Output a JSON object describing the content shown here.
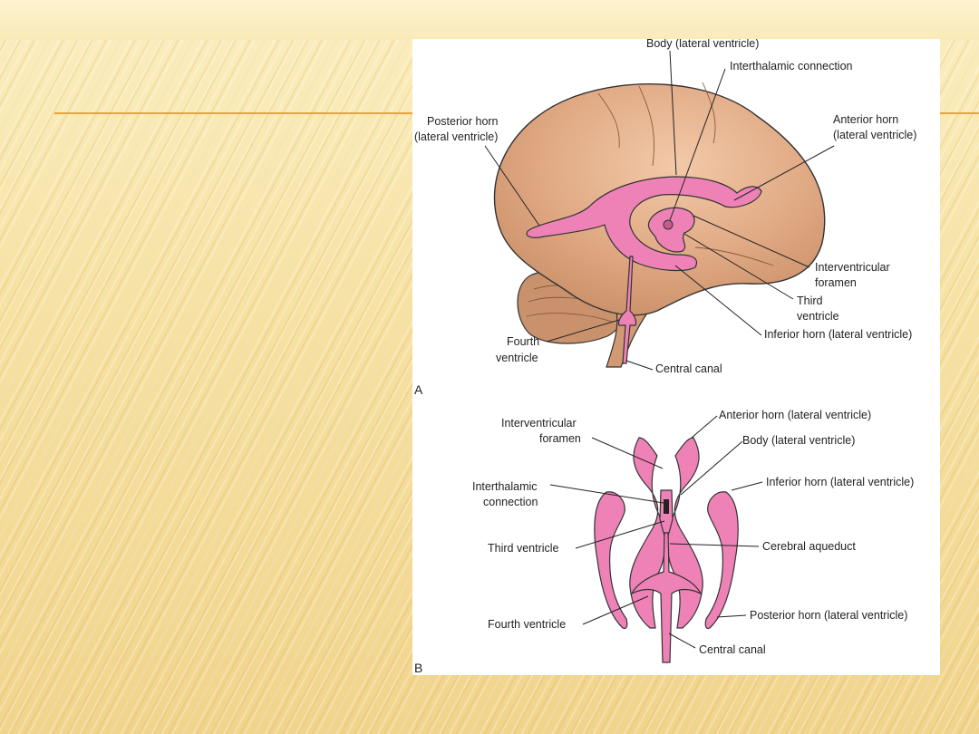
{
  "figure": {
    "panel_a": {
      "letter": "A",
      "labels": {
        "body_lv": "Body (lateral ventricle)",
        "interthalamic": "Interthalamic connection",
        "posterior_1": "Posterior horn",
        "posterior_2": "(lateral ventricle)",
        "anterior_1": "Anterior horn",
        "anterior_2": "(lateral ventricle)",
        "ivf_1": "Interventricular",
        "ivf_2": "foramen",
        "third_1": "Third",
        "third_2": "ventricle",
        "inferior": "Inferior horn (lateral ventricle)",
        "fourth_1": "Fourth",
        "fourth_2": "ventricle",
        "central": "Central canal"
      }
    },
    "panel_b": {
      "letter": "B",
      "labels": {
        "ivf_1": "Interventricular",
        "ivf_2": "foramen",
        "anterior": "Anterior horn (lateral ventricle)",
        "body_lv": "Body (lateral ventricle)",
        "interthalamic_1": "Interthalamic",
        "interthalamic_2": "connection",
        "inferior": "Inferior horn (lateral ventricle)",
        "third": "Third ventricle",
        "aqueduct": "Cerebral aqueduct",
        "fourth": "Fourth ventricle",
        "posterior": "Posterior horn (lateral ventricle)",
        "central": "Central canal"
      }
    }
  },
  "colors": {
    "brain": "#d9a07a",
    "ventricle": "#ee82b6",
    "accent_rule": "#f0a030"
  }
}
